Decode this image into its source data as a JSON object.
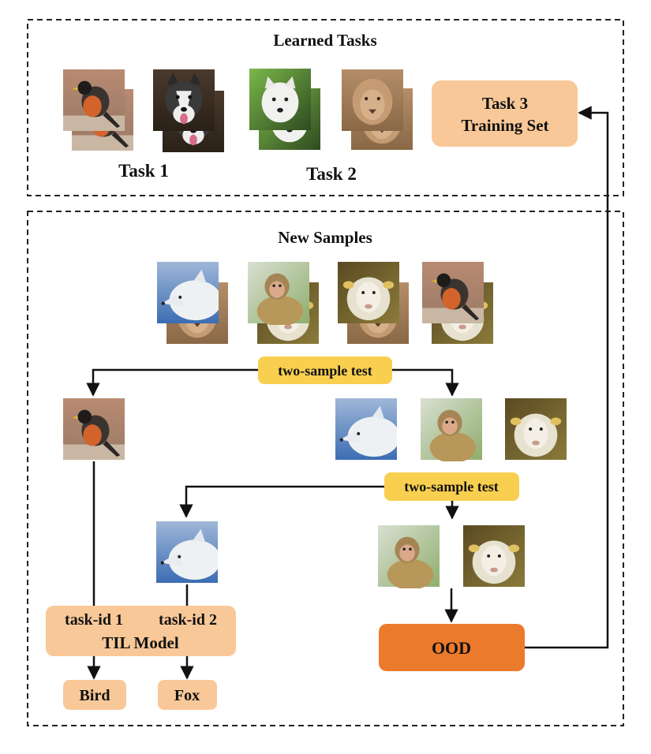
{
  "learned_tasks": {
    "title": "Learned Tasks",
    "task1_label": "Task 1",
    "task2_label": "Task 2",
    "task3_box": {
      "line1": "Task 3",
      "line2": "Training Set"
    }
  },
  "new_samples": {
    "title": "New Samples",
    "test1_label": "two-sample test",
    "test2_label": "two-sample test",
    "til_model": {
      "taskid1": "task-id 1",
      "taskid2": "task-id 2",
      "label": "TIL Model"
    },
    "ood_label": "OOD",
    "bird_label": "Bird",
    "fox_label": "Fox"
  },
  "images": [
    "robin-photo",
    "husky-photo",
    "white-dog-photo",
    "lion-photo",
    "arctic-fox-photo",
    "macaque-photo",
    "sheep-photo",
    "robin-photo"
  ],
  "colors": {
    "peach_box": "#f9c898",
    "yellow_box": "#f9cf4f",
    "ood_box": "#ec7a2c",
    "border_dash": "#222222",
    "arrow": "#111111"
  }
}
